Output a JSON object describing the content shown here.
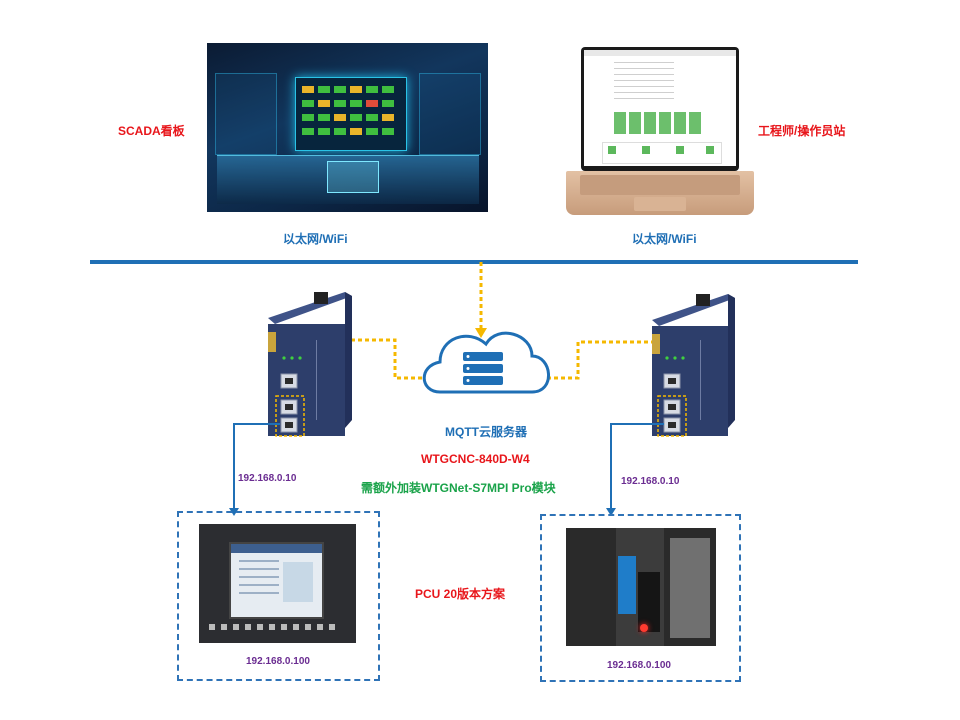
{
  "labels": {
    "scada": "SCADA看板",
    "station": "工程师/操作员站",
    "ethernet_left": "以太网/WiFi",
    "ethernet_right": "以太网/WiFi",
    "mqtt": "MQTT云服务器",
    "model": "WTGCNC-840D-W4",
    "note": "需额外加装WTGNet-S7MPI Pro模块",
    "ip_gateway_left": "192.168.0.10",
    "ip_gateway_right": "192.168.0.10",
    "ip_device_left": "192.168.0.100",
    "ip_device_right": "192.168.0.100",
    "scheme": "PCU 20版本方案"
  },
  "colors": {
    "network_line": "#1f6fb5",
    "dotted_link": "#f5b800",
    "red_label": "#e8161b",
    "blue_label": "#1f6fb5",
    "green_label": "#1aa34a",
    "ip_label": "#6a2c91",
    "gateway_body": "#2d3e6b",
    "cloud": "#1f6fb5"
  },
  "icons": {
    "cloud": "cloud-server-icon",
    "gateway": "iot-gateway-icon",
    "laptop": "laptop-icon"
  }
}
